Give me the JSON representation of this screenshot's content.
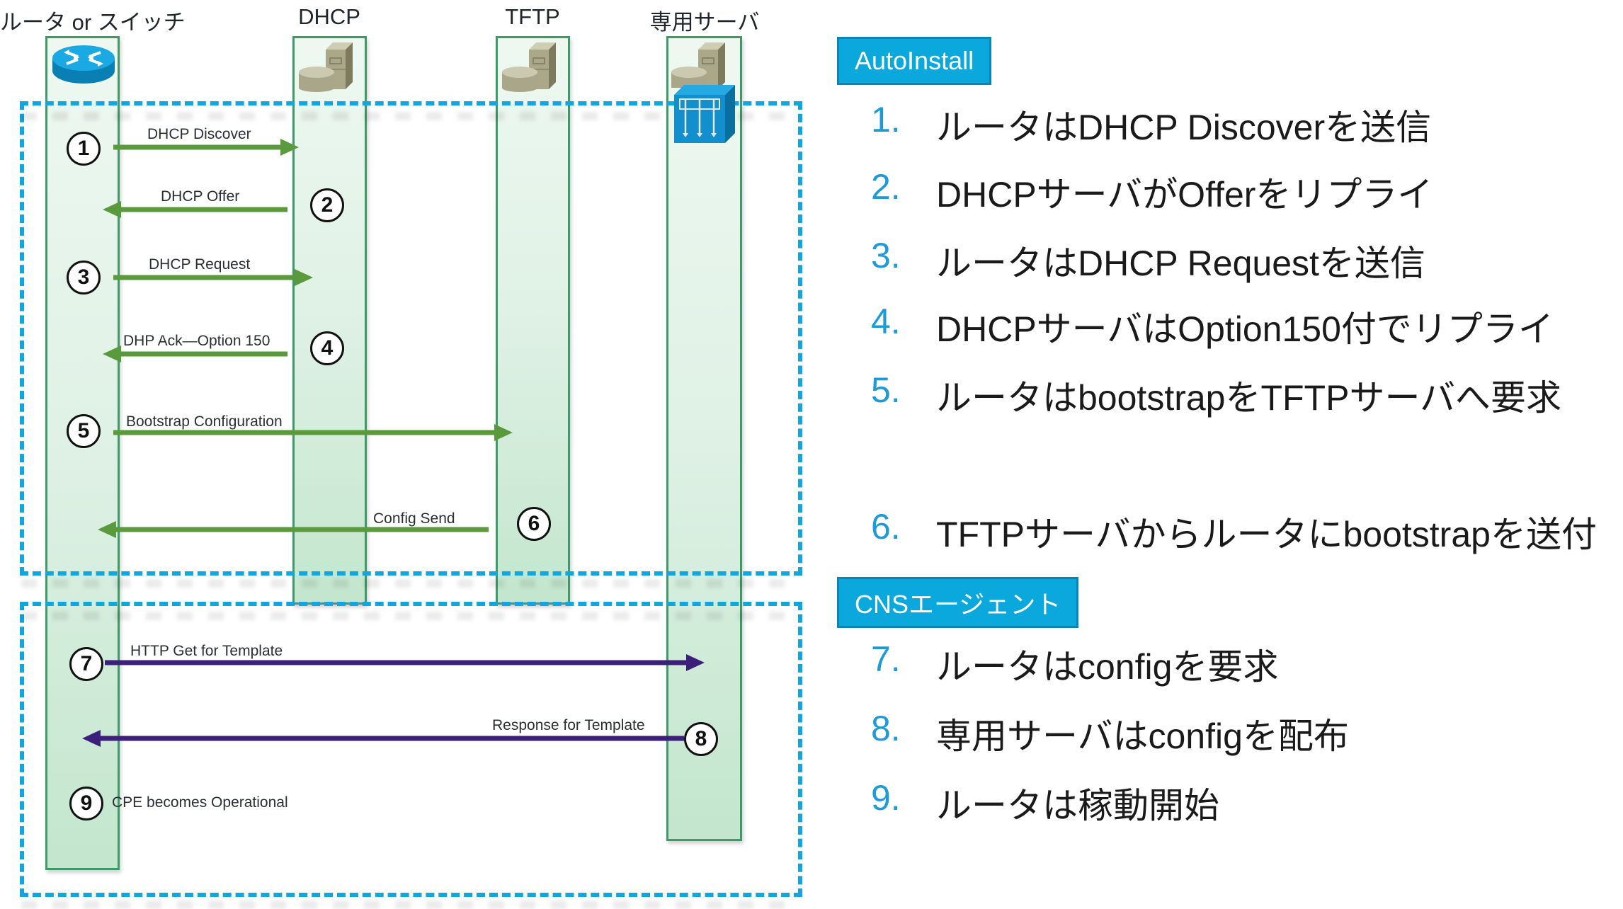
{
  "lanes": [
    {
      "id": "router",
      "title": "ルータ or スイッチ",
      "icon": "router-icon"
    },
    {
      "id": "dhcp",
      "title": "DHCP",
      "icon": "server-icon"
    },
    {
      "id": "tftp",
      "title": "TFTP",
      "icon": "server-icon"
    },
    {
      "id": "server",
      "title": "専用サーバ",
      "icon": "server-with-switch-icon"
    }
  ],
  "messages": [
    {
      "step": "1",
      "label": "DHCP Discover",
      "from": "router",
      "to": "dhcp",
      "color": "#5b9a3c"
    },
    {
      "step": "2",
      "label": "DHCP Offer",
      "from": "dhcp",
      "to": "router",
      "color": "#5b9a3c"
    },
    {
      "step": "3",
      "label": "DHCP Request",
      "from": "router",
      "to": "dhcp",
      "color": "#5b9a3c"
    },
    {
      "step": "4",
      "label": "DHP Ack—Option 150",
      "from": "dhcp",
      "to": "router",
      "color": "#5b9a3c"
    },
    {
      "step": "5",
      "label": "Bootstrap Configuration",
      "from": "router",
      "to": "tftp",
      "color": "#5b9a3c"
    },
    {
      "step": "6",
      "label": "Config Send",
      "from": "tftp",
      "to": "router",
      "color": "#5b9a3c"
    },
    {
      "step": "7",
      "label": "HTTP Get for Template",
      "from": "router",
      "to": "server",
      "color": "#3b1f7a"
    },
    {
      "step": "8",
      "label": "Response for Template",
      "from": "server",
      "to": "router",
      "color": "#3b1f7a"
    },
    {
      "step": "9",
      "label": "CPE becomes Operational",
      "from": "router",
      "to": "router",
      "color": null
    }
  ],
  "panel": {
    "sections": [
      {
        "badge": "AutoInstall",
        "items": [
          {
            "num": "1.",
            "text": "ルータはDHCP Discoverを送信"
          },
          {
            "num": "2.",
            "text": "DHCPサーバがOfferをリプライ"
          },
          {
            "num": "3.",
            "text": "ルータはDHCP Requestを送信"
          },
          {
            "num": "4.",
            "text": "DHCPサーバはOption150付でリプライ"
          },
          {
            "num": "5.",
            "text": "ルータはbootstrapをTFTPサーバへ要求"
          },
          {
            "num": "6.",
            "text": "TFTPサーバからルータにbootstrapを送付"
          }
        ]
      },
      {
        "badge": "CNSエージェント",
        "items": [
          {
            "num": "7.",
            "text": "ルータはconfigを要求"
          },
          {
            "num": "8.",
            "text": "専用サーバはconfigを配布"
          },
          {
            "num": "9.",
            "text": "ルータは稼動開始"
          }
        ]
      }
    ]
  },
  "colors": {
    "accent_blue": "#0aa8dc",
    "dash_blue": "#12a6dc",
    "lane_green": "#3e9a66",
    "arrow_green": "#5b9a3c",
    "arrow_purple": "#3b1f7a",
    "list_number": "#1d9ad8"
  }
}
